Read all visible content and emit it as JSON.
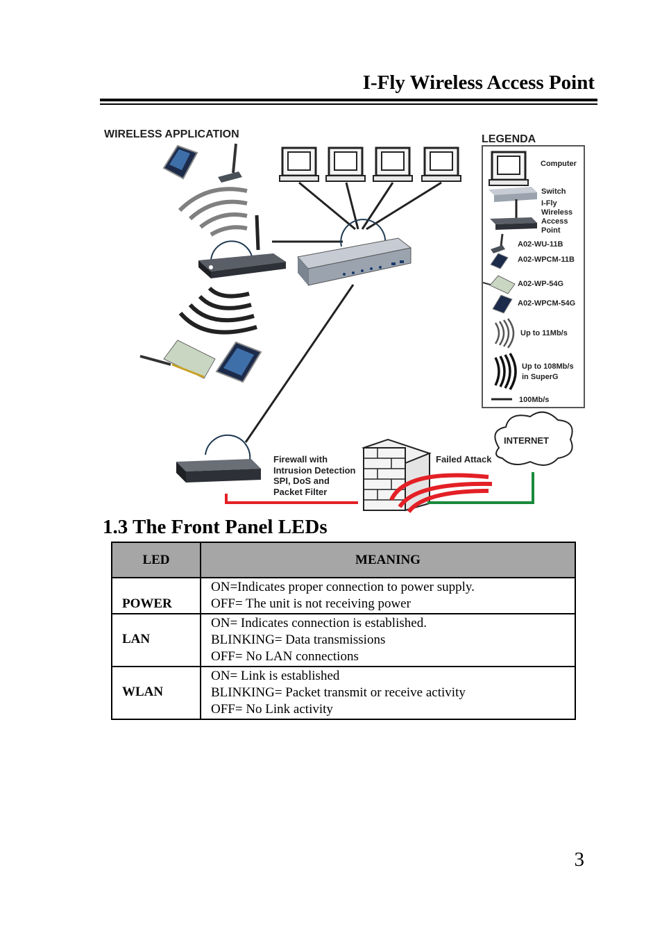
{
  "header": {
    "title": "I-Fly Wireless Access Point"
  },
  "diagram": {
    "title": "WIRELESS  APPLICATION",
    "legend_title": "LEGENDA",
    "legend": {
      "computer": "Computer",
      "switch": "Switch",
      "ap_lines": [
        "I-Fly",
        "Wireless",
        "Access",
        "Point"
      ],
      "wu11b": "A02-WU-11B",
      "wpcm11b": "A02-WPCM-11B",
      "wp54g": "A02-WP-54G",
      "wpcm54g": "A02-WPCM-54G",
      "speed11": "Up to 11Mb/s",
      "speed108_lines": [
        "Up to 108Mb/s",
        "in SuperG"
      ],
      "speed100": "100Mb/s"
    },
    "firewall_lines": [
      "Firewall with",
      "Intrusion Detection",
      "SPI, DoS and",
      "Packet Filter"
    ],
    "failed_attack": "Failed Attack",
    "internet": "INTERNET",
    "colors": {
      "red_link": "#e32026",
      "green_link": "#1a8a3c",
      "device_grey": "#9aa3ae",
      "router_dark": "#3a3d42"
    }
  },
  "section": {
    "title": "1.3 The Front Panel LEDs"
  },
  "table": {
    "headers": {
      "led": "LED",
      "meaning": "MEANING"
    },
    "rows": [
      {
        "led": "POWER",
        "lines": [
          "ON=Indicates proper connection to power supply.",
          "OFF= The unit is not receiving power"
        ]
      },
      {
        "led": "LAN",
        "lines": [
          "ON= Indicates connection is established.",
          "BLINKING= Data transmissions",
          "OFF= No LAN connections"
        ]
      },
      {
        "led": "WLAN",
        "lines": [
          "ON= Link is established",
          "BLINKING= Packet transmit or receive activity",
          "OFF= No Link activity"
        ]
      }
    ]
  },
  "page_number": "3"
}
